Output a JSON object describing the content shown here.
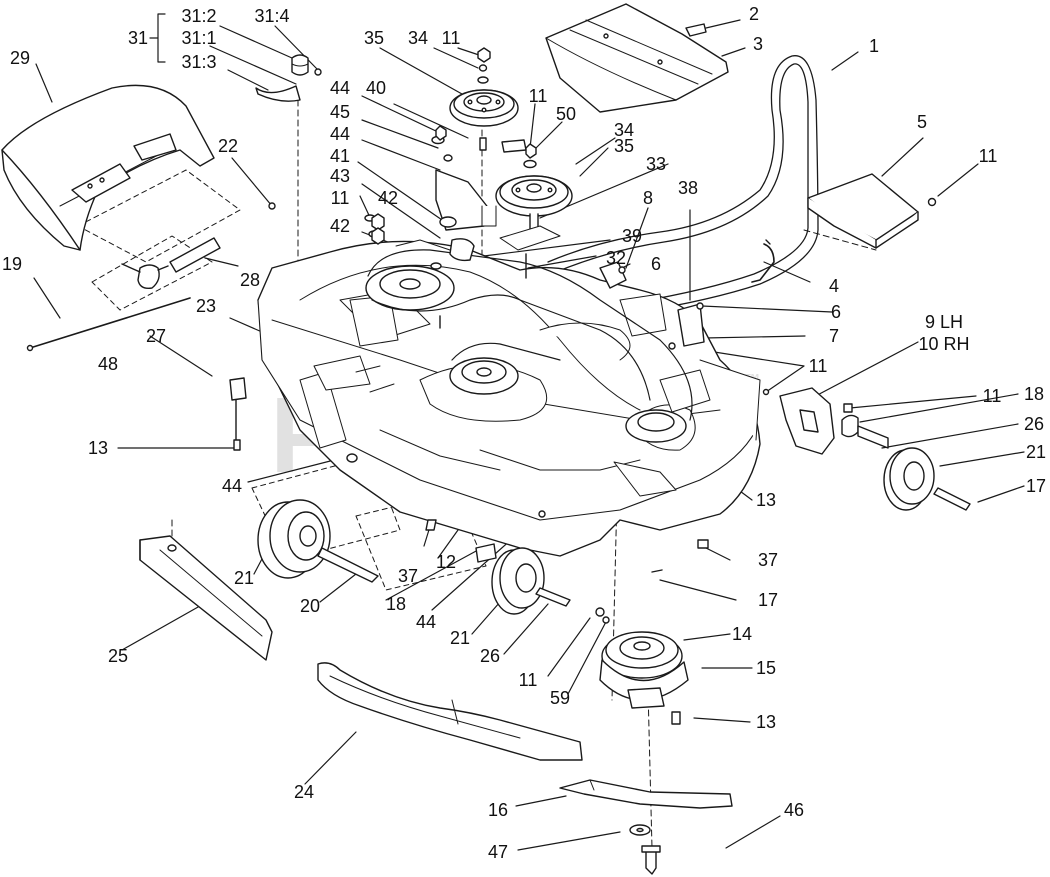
{
  "watermark": {
    "brand": "PartsTree",
    "tm": "™"
  },
  "colors": {
    "ink": "#111111",
    "line": "#1a1a1a",
    "watermark": "#d8d8d8"
  },
  "callouts": [
    {
      "id": "c-31-2",
      "text": "31:2"
    },
    {
      "id": "c-31-4",
      "text": "31:4"
    },
    {
      "id": "c-31",
      "text": "31"
    },
    {
      "id": "c-31-1",
      "text": "31:1"
    },
    {
      "id": "c-31-3",
      "text": "31:3"
    },
    {
      "id": "c-29",
      "text": "29"
    },
    {
      "id": "c-35a",
      "text": "35"
    },
    {
      "id": "c-34a",
      "text": "34"
    },
    {
      "id": "c-11a",
      "text": "11"
    },
    {
      "id": "c-2",
      "text": "2"
    },
    {
      "id": "c-3",
      "text": "3"
    },
    {
      "id": "c-1",
      "text": "1"
    },
    {
      "id": "c-40",
      "text": "40"
    },
    {
      "id": "c-44a",
      "text": "44"
    },
    {
      "id": "c-45",
      "text": "45"
    },
    {
      "id": "c-44b",
      "text": "44"
    },
    {
      "id": "c-11b",
      "text": "11"
    },
    {
      "id": "c-50",
      "text": "50"
    },
    {
      "id": "c-34b",
      "text": "34"
    },
    {
      "id": "c-35b",
      "text": "35"
    },
    {
      "id": "c-5",
      "text": "5"
    },
    {
      "id": "c-11c",
      "text": "11"
    },
    {
      "id": "c-22",
      "text": "22"
    },
    {
      "id": "c-41",
      "text": "41"
    },
    {
      "id": "c-33",
      "text": "33"
    },
    {
      "id": "c-43",
      "text": "43"
    },
    {
      "id": "c-11d",
      "text": "11"
    },
    {
      "id": "c-42a",
      "text": "42"
    },
    {
      "id": "c-8",
      "text": "8"
    },
    {
      "id": "c-38",
      "text": "38"
    },
    {
      "id": "c-42b",
      "text": "42"
    },
    {
      "id": "c-39",
      "text": "39"
    },
    {
      "id": "c-32",
      "text": "32"
    },
    {
      "id": "c-6a",
      "text": "6"
    },
    {
      "id": "c-19",
      "text": "19"
    },
    {
      "id": "c-28",
      "text": "28"
    },
    {
      "id": "c-4",
      "text": "4"
    },
    {
      "id": "c-6b",
      "text": "6"
    },
    {
      "id": "c-23",
      "text": "23"
    },
    {
      "id": "c-7",
      "text": "7"
    },
    {
      "id": "c-9lh",
      "text": "9 LH"
    },
    {
      "id": "c-10rh",
      "text": "10 RH"
    },
    {
      "id": "c-27",
      "text": "27"
    },
    {
      "id": "c-48",
      "text": "48"
    },
    {
      "id": "c-11e",
      "text": "11"
    },
    {
      "id": "c-11f",
      "text": "11"
    },
    {
      "id": "c-18a",
      "text": "18"
    },
    {
      "id": "c-26a",
      "text": "26"
    },
    {
      "id": "c-13a",
      "text": "13"
    },
    {
      "id": "c-21a",
      "text": "21"
    },
    {
      "id": "c-44c",
      "text": "44"
    },
    {
      "id": "c-17a",
      "text": "17"
    },
    {
      "id": "c-13b",
      "text": "13"
    },
    {
      "id": "c-37a",
      "text": "37"
    },
    {
      "id": "c-21b",
      "text": "21"
    },
    {
      "id": "c-37b",
      "text": "37"
    },
    {
      "id": "c-12",
      "text": "12"
    },
    {
      "id": "c-20",
      "text": "20"
    },
    {
      "id": "c-18b",
      "text": "18"
    },
    {
      "id": "c-17b",
      "text": "17"
    },
    {
      "id": "c-44d",
      "text": "44"
    },
    {
      "id": "c-21c",
      "text": "21"
    },
    {
      "id": "c-14",
      "text": "14"
    },
    {
      "id": "c-25",
      "text": "25"
    },
    {
      "id": "c-26b",
      "text": "26"
    },
    {
      "id": "c-15",
      "text": "15"
    },
    {
      "id": "c-11g",
      "text": "11"
    },
    {
      "id": "c-59",
      "text": "59"
    },
    {
      "id": "c-13c",
      "text": "13"
    },
    {
      "id": "c-24",
      "text": "24"
    },
    {
      "id": "c-46",
      "text": "46"
    },
    {
      "id": "c-16",
      "text": "16"
    },
    {
      "id": "c-47",
      "text": "47"
    }
  ]
}
